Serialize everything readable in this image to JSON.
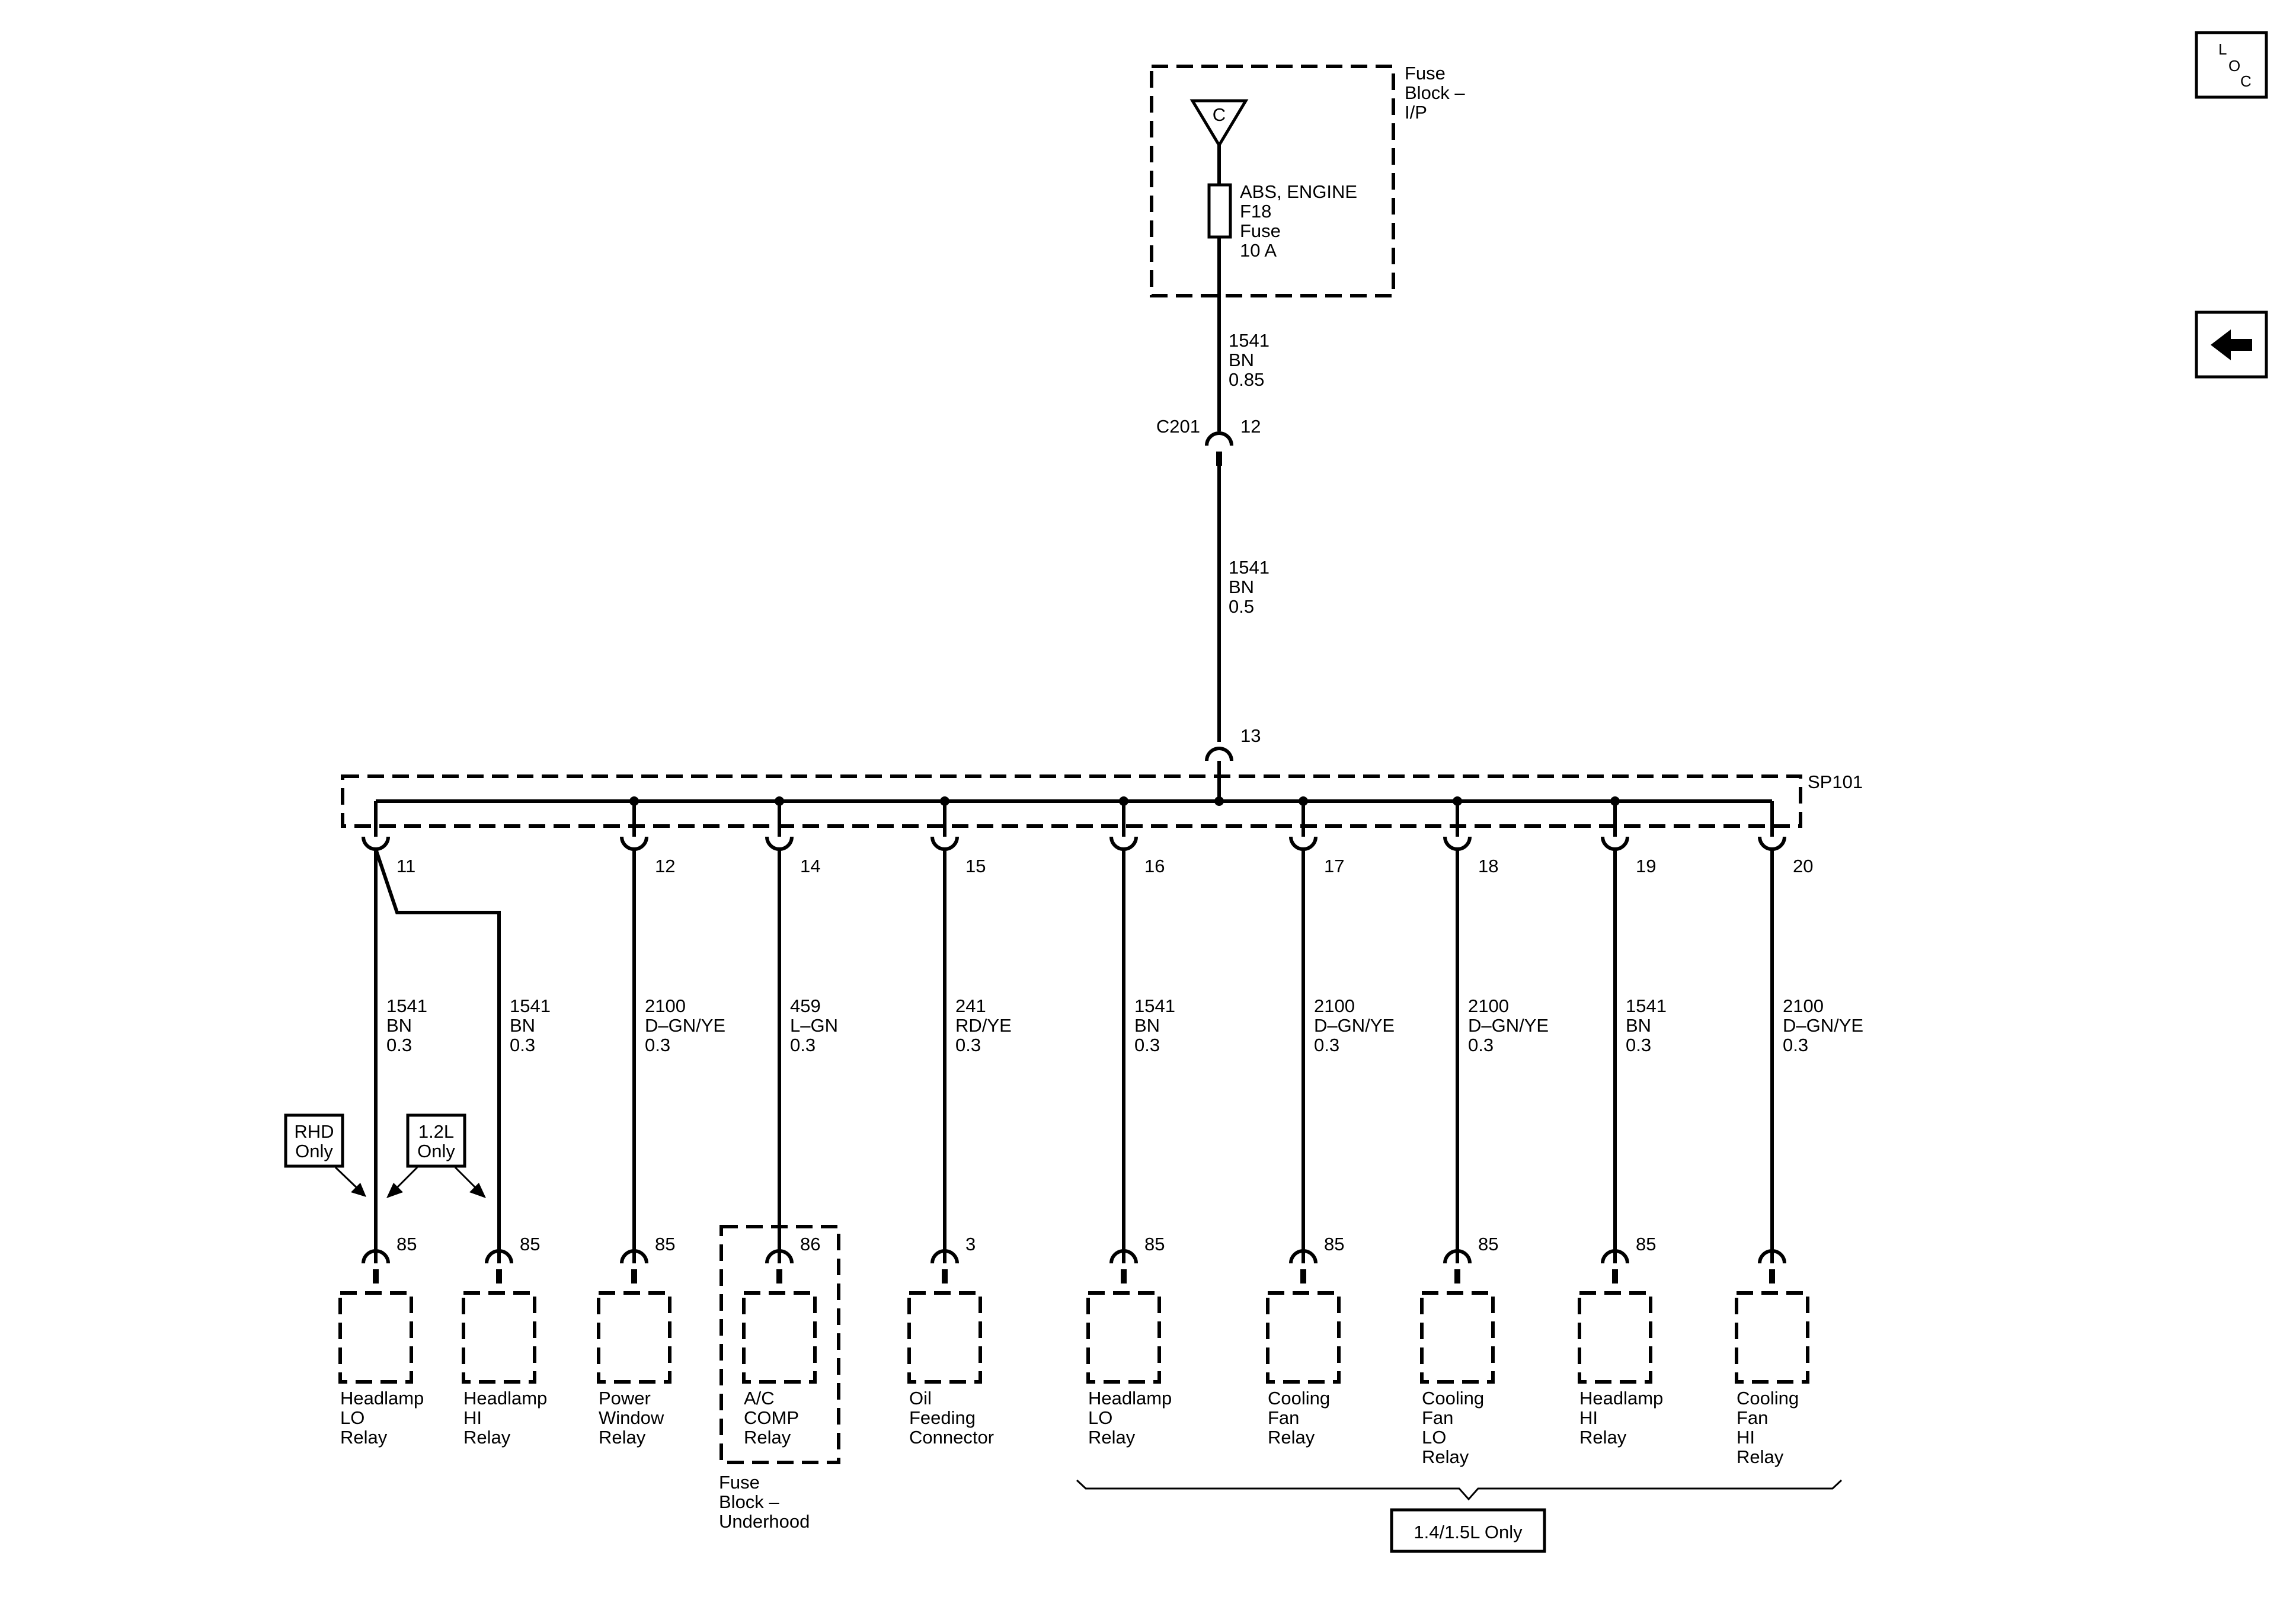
{
  "fuse_block_ip": {
    "title": [
      "Fuse",
      "Block –",
      "I/P"
    ],
    "bus_letter": "C"
  },
  "fuse": {
    "lines": [
      "ABS, ENGINE",
      "F18",
      "Fuse",
      "10 A"
    ]
  },
  "wire_top": {
    "lines": [
      "1541",
      "BN",
      "0.85"
    ]
  },
  "connector_c201": {
    "name": "C201",
    "pin": "12"
  },
  "wire_mid": {
    "lines": [
      "1541",
      "BN",
      "0.5"
    ]
  },
  "splice": {
    "name": "SP101",
    "in_pin": "13"
  },
  "branches": [
    {
      "out_pin": "11",
      "wire": [
        "1541",
        "BN",
        "0.3"
      ],
      "relay_pin": "85",
      "component": [
        "Headlamp",
        "LO",
        "Relay"
      ]
    },
    {
      "out_pin": "",
      "wire": [
        "1541",
        "BN",
        "0.3"
      ],
      "relay_pin": "85",
      "component": [
        "Headlamp",
        "HI",
        "Relay"
      ]
    },
    {
      "out_pin": "12",
      "wire": [
        "2100",
        "D–GN/YE",
        "0.3"
      ],
      "relay_pin": "85",
      "component": [
        "Power",
        "Window",
        "Relay"
      ]
    },
    {
      "out_pin": "14",
      "wire": [
        "459",
        "L–GN",
        "0.3"
      ],
      "relay_pin": "86",
      "component": [
        "A/C",
        "COMP",
        "Relay"
      ]
    },
    {
      "out_pin": "15",
      "wire": [
        "241",
        "RD/YE",
        "0.3"
      ],
      "relay_pin": "3",
      "component": [
        "Oil",
        "Feeding",
        "Connector"
      ]
    },
    {
      "out_pin": "16",
      "wire": [
        "1541",
        "BN",
        "0.3"
      ],
      "relay_pin": "85",
      "component": [
        "Headlamp",
        "LO",
        "Relay"
      ]
    },
    {
      "out_pin": "17",
      "wire": [
        "2100",
        "D–GN/YE",
        "0.3"
      ],
      "relay_pin": "85",
      "component": [
        "Cooling",
        "Fan",
        "Relay"
      ]
    },
    {
      "out_pin": "18",
      "wire": [
        "2100",
        "D–GN/YE",
        "0.3"
      ],
      "relay_pin": "85",
      "component": [
        "Cooling",
        "Fan",
        "LO",
        "Relay"
      ]
    },
    {
      "out_pin": "19",
      "wire": [
        "1541",
        "BN",
        "0.3"
      ],
      "relay_pin": "85",
      "component": [
        "Headlamp",
        "HI",
        "Relay"
      ]
    },
    {
      "out_pin": "20",
      "wire": [
        "2100",
        "D–GN/YE",
        "0.3"
      ],
      "relay_pin": "",
      "component": [
        "Cooling",
        "Fan",
        "HI",
        "Relay"
      ]
    }
  ],
  "fuse_block_underhood": {
    "lines": [
      "Fuse",
      "Block –",
      "Underhood"
    ]
  },
  "tags": {
    "rhd": [
      "RHD",
      "Only"
    ],
    "l12": [
      "1.2L",
      "Only"
    ],
    "l1415": "1.4/1.5L Only"
  },
  "nav": {
    "loc_letters": [
      "L",
      "O",
      "C"
    ],
    "back_icon": "left-arrow-icon"
  }
}
